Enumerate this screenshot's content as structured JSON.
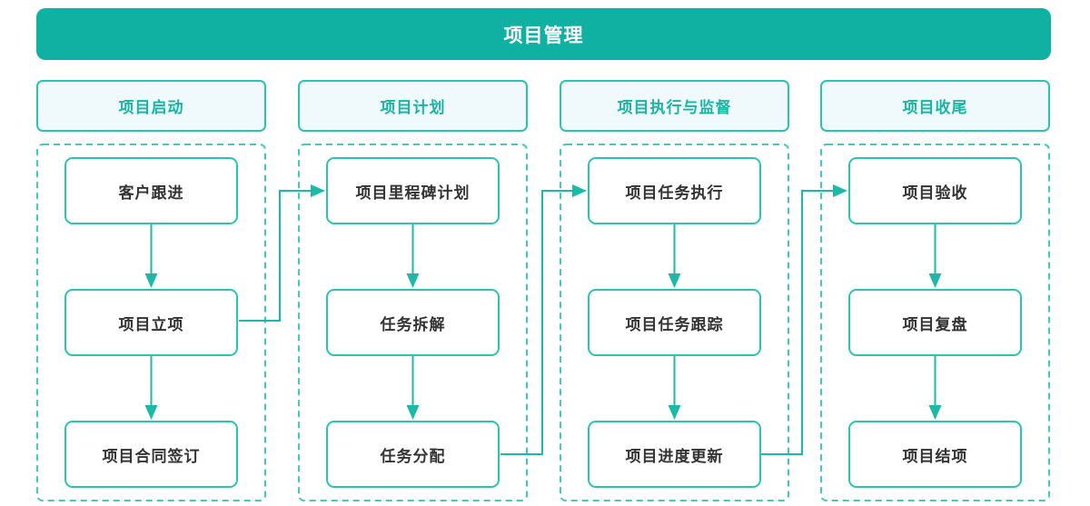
{
  "title": "项目管理",
  "stages": [
    {
      "title": "项目启动",
      "nodes": [
        "客户跟进",
        "项目立项",
        "项目合同签订"
      ]
    },
    {
      "title": "项目计划",
      "nodes": [
        "项目里程碑计划",
        "任务拆解",
        "任务分配"
      ]
    },
    {
      "title": "项目执行与监督",
      "nodes": [
        "项目任务执行",
        "项目任务跟踪",
        "项目进度更新"
      ]
    },
    {
      "title": "项目收尾",
      "nodes": [
        "项目验收",
        "项目复盘",
        "项目结项"
      ]
    }
  ],
  "edges": [
    {
      "from": "客户跟进",
      "to": "项目立项"
    },
    {
      "from": "项目立项",
      "to": "项目合同签订"
    },
    {
      "from": "项目立项",
      "to": "项目里程碑计划"
    },
    {
      "from": "项目里程碑计划",
      "to": "任务拆解"
    },
    {
      "from": "任务拆解",
      "to": "任务分配"
    },
    {
      "from": "任务分配",
      "to": "项目任务执行"
    },
    {
      "from": "项目任务执行",
      "to": "项目任务跟踪"
    },
    {
      "from": "项目任务跟踪",
      "to": "项目进度更新"
    },
    {
      "from": "项目进度更新",
      "to": "项目验收"
    },
    {
      "from": "项目验收",
      "to": "项目复盘"
    },
    {
      "from": "项目复盘",
      "to": "项目结项"
    }
  ],
  "colors": {
    "title_bar_bg": "#10B1A3",
    "title_text": "#FFFFFF",
    "node_border": "#2BC3B2",
    "dashed_container_border": "#3FCABB",
    "connector": "#1CB8A8",
    "stage_header_bg": "#F0F9FB",
    "stage_header_text": "#17B5A5",
    "node_text": "#333333"
  }
}
